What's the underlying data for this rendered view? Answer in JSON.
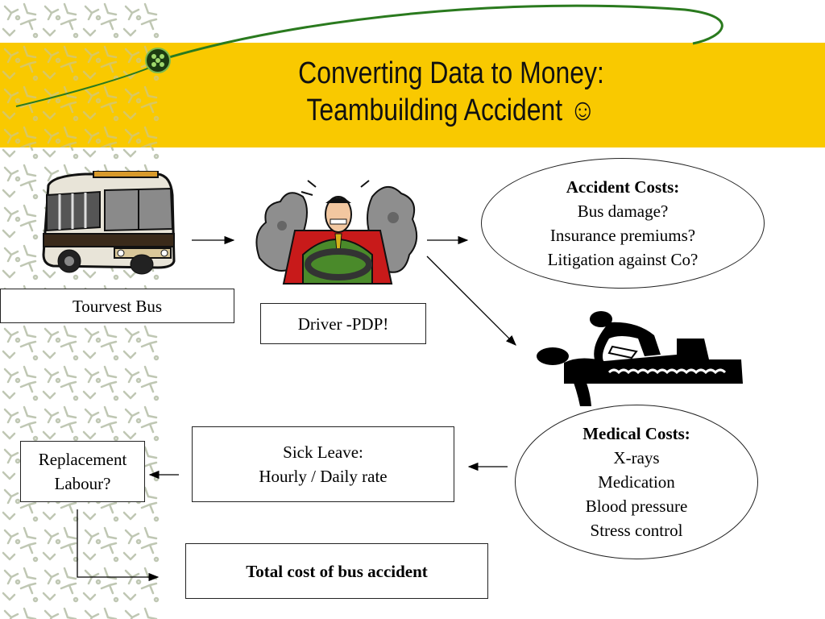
{
  "title": {
    "line1": "Converting Data to Money:",
    "line2": "Teambuilding  Accident ☺"
  },
  "nodes": {
    "bus": "Tourvest Bus",
    "driver": "Driver -PDP!",
    "accident": {
      "heading": "Accident Costs:",
      "items": [
        "Bus damage?",
        "Insurance premiums?",
        "Litigation against  Co?"
      ]
    },
    "medical": {
      "heading": "Medical Costs:",
      "items": [
        "X-rays",
        "Medication",
        "Blood pressure",
        "Stress control"
      ]
    },
    "sick_leave": {
      "line1": "Sick Leave:",
      "line2": "Hourly / Daily rate"
    },
    "replacement": {
      "line1": "Replacement",
      "line2": "Labour?"
    },
    "total": "Total cost of bus accident"
  },
  "colors": {
    "banner": "#f9c900",
    "accent_line": "#2a7a1e",
    "pattern": "#c8cfbd"
  }
}
